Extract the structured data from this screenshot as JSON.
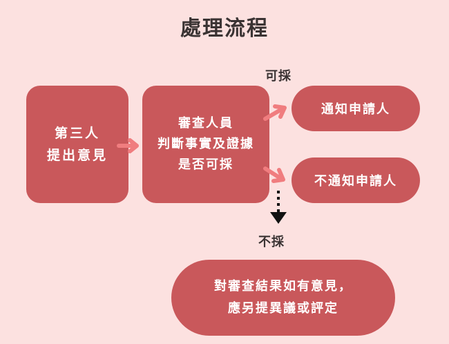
{
  "title": "處理流程",
  "proposer": {
    "line1": "第三人",
    "line2": "提出意見"
  },
  "review": {
    "line1": "審查人員",
    "line2": "判斷事實及證據",
    "line3": "是否可採"
  },
  "label_accept": "可採",
  "label_reject": "不採",
  "notify": "通知申請人",
  "no_notify": "不通知申請人",
  "objection": {
    "line1": "對審查結果如有意見，",
    "line2": "應另提異議或評定"
  },
  "colors": {
    "background": "#fce1e0",
    "box": "#c9585b",
    "arrow": "#f07d7f",
    "text_dark": "#3a3333"
  }
}
